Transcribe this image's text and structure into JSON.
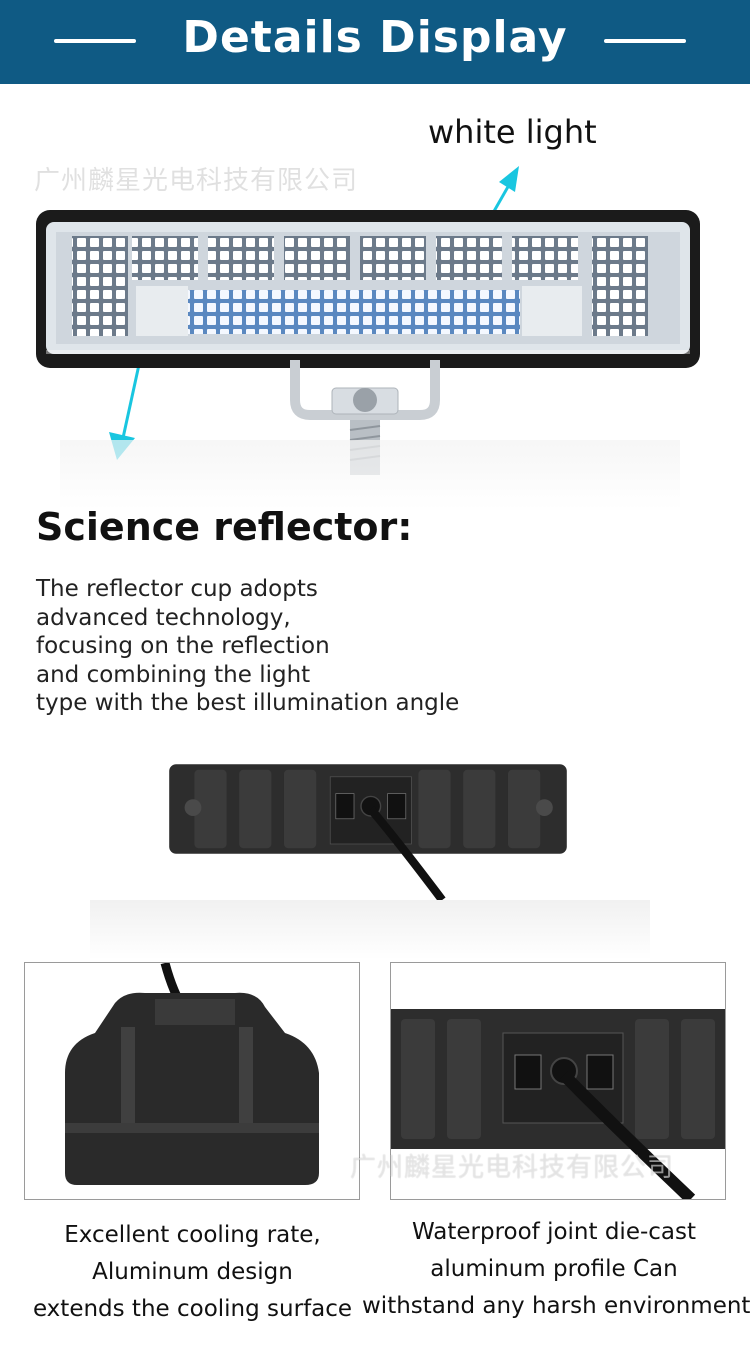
{
  "header": {
    "title": "Details Display"
  },
  "watermark": "广州麟星光电科技有限公司",
  "callout": {
    "label": "white light"
  },
  "section": {
    "heading": "Science reflector:",
    "description": [
      "The reflector cup adopts",
      "advanced technology,",
      "focusing on the reflection",
      "and combining the light",
      "type with the best illumination angle"
    ]
  },
  "panels": [
    {
      "caption": [
        "Excellent cooling rate,",
        "Aluminum design",
        "extends the cooling surface"
      ]
    },
    {
      "caption": [
        "Waterproof joint die-cast",
        "aluminum profile Can",
        "withstand any harsh environment"
      ]
    }
  ],
  "colors": {
    "header_bg": "#0f5a84",
    "arrow": "#19c6e0"
  }
}
